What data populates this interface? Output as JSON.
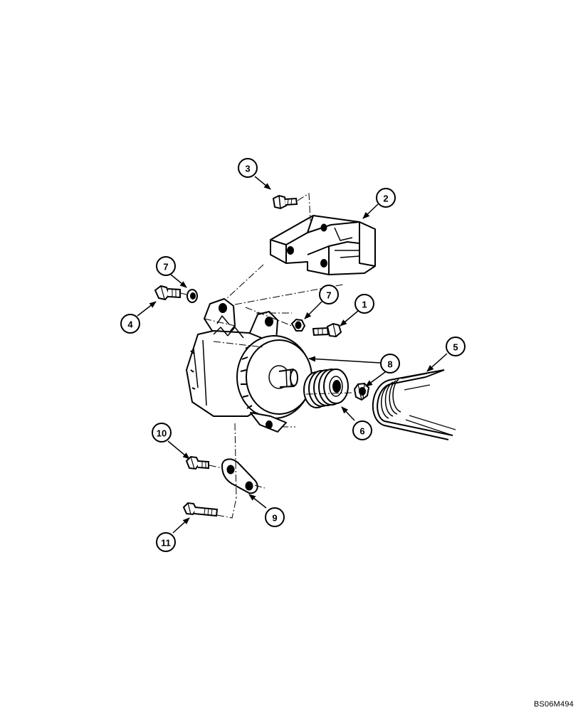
{
  "figure": {
    "drawing_code": "BS06M494",
    "callouts": [
      "1",
      "2",
      "3",
      "4",
      "5",
      "6",
      "7",
      "7",
      "8",
      "9",
      "10",
      "11"
    ]
  },
  "colors": {
    "line": "#000000",
    "background": "#ffffff"
  }
}
